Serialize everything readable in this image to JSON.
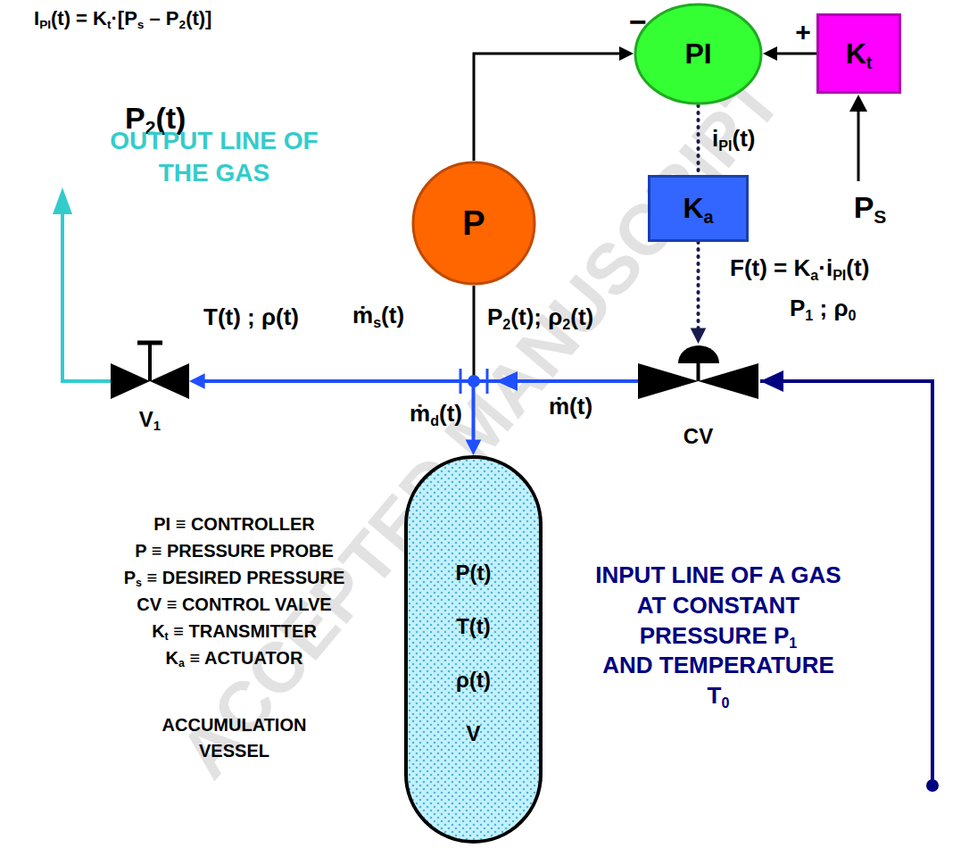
{
  "diagram": {
    "nodes": [
      {
        "text": [
          "PI"
        ]
      },
      {
        "text": [
          "Kt"
        ]
      },
      {
        "text": [
          "P"
        ]
      },
      {
        "text": [
          "Ka"
        ]
      },
      {
        "text": [
          "V1"
        ]
      },
      {
        "text": [
          "CV"
        ]
      },
      {
        "text": [
          "P(t)",
          "T(t)",
          "ρ(t)",
          "V"
        ]
      }
    ],
    "edges": [
      {
        "from": 2,
        "to": 0,
        "arrow": "to"
      },
      {
        "from": 1,
        "to": 0,
        "arrow": "to"
      },
      {
        "from": 0,
        "to": 3,
        "arrow": "none"
      },
      {
        "from": 3,
        "to": 5,
        "arrow": "to"
      },
      {
        "from": 5,
        "to": 4,
        "arrow": "to"
      },
      {
        "from": 5,
        "to": 6,
        "arrow": "to"
      }
    ],
    "labels": [
      "IPI(t) = Kt·[Ps – P2(t)]",
      "−",
      "+",
      "P2(t)",
      "OUTPUT LINE OF THE GAS",
      "iPI(t)",
      "PS",
      "F(t) = Ka·iPI(t)",
      "T(t) ; ρ(t)",
      "ṁs(t)",
      "P2(t); ρ2(t)",
      "P1 ; ρ0",
      "ṁd(t)",
      "ṁ(t)",
      "PI ≡ CONTROLLER",
      "P ≡ PRESSURE PROBE",
      "Ps ≡ DESIRED PRESSURE",
      "CV ≡ CONTROL VALVE",
      "Kt ≡ TRANSMITTER",
      "Ka ≡ ACTUATOR",
      "ACCUMULATION VESSEL",
      "INPUT LINE OF A GAS AT CONSTANT PRESSURE P1 AND TEMPERATURE T0",
      "ACCEPTED MANUSCRIPT"
    ]
  }
}
